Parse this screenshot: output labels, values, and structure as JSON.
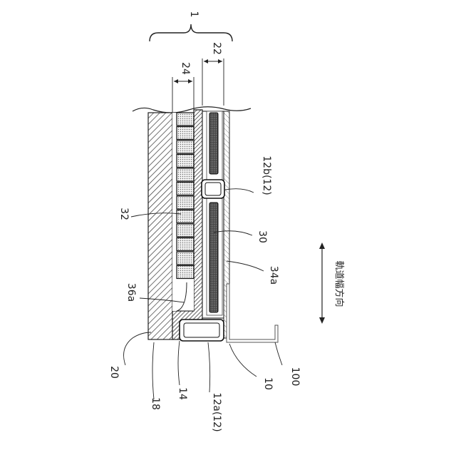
{
  "diagram": {
    "labels": {
      "assembly": "1",
      "width_22": "22",
      "width_24": "24",
      "part_12b": "12b(12)",
      "part_32": "32",
      "part_30": "30",
      "part_34a": "34a",
      "part_36a": "36a",
      "part_20": "20",
      "part_18": "18",
      "part_14": "14",
      "part_12a": "12a(12)",
      "part_10": "10",
      "part_100": "100"
    },
    "direction_label": "軌道幅方向"
  }
}
